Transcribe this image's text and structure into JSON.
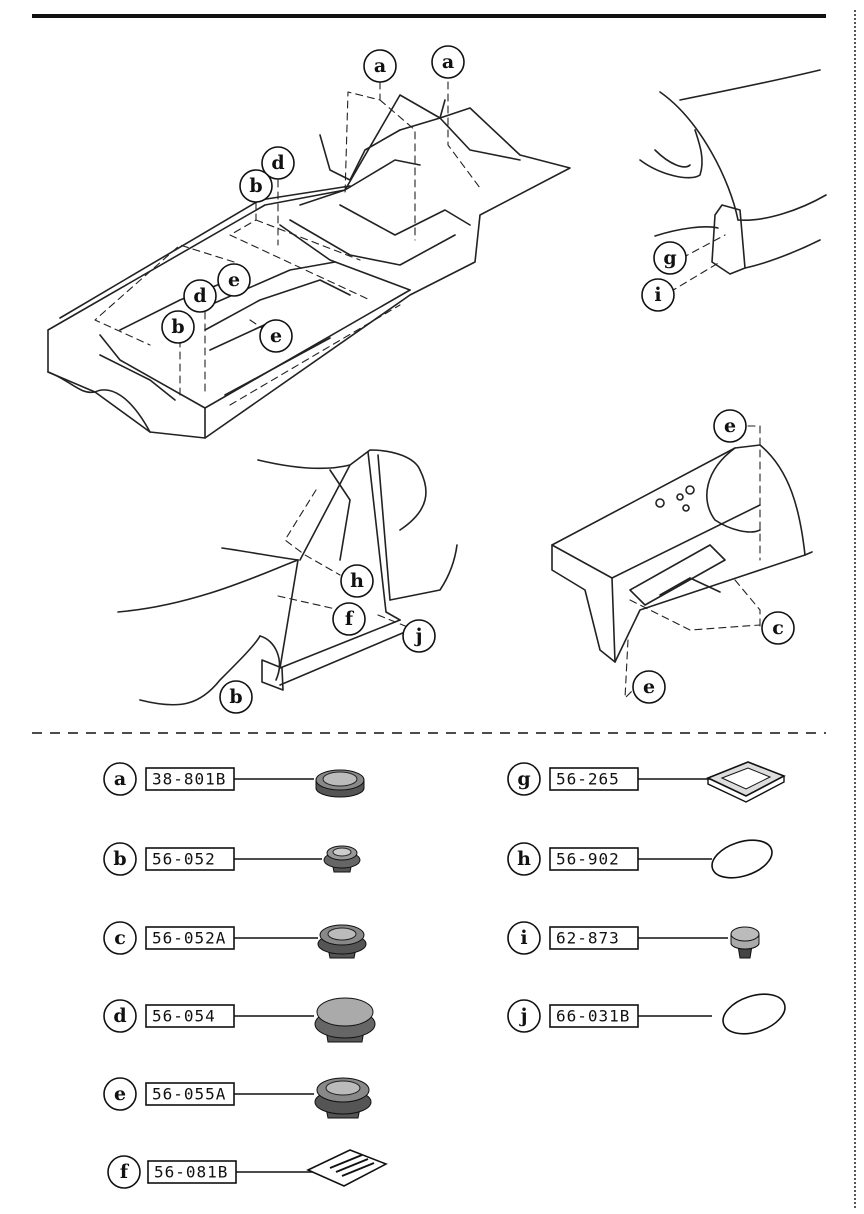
{
  "callouts": {
    "a": "a",
    "b": "b",
    "c": "c",
    "d": "d",
    "e": "e",
    "f": "f",
    "g": "g",
    "h": "h",
    "i": "i",
    "j": "j"
  },
  "parts": [
    {
      "letter": "a",
      "number": "38-801B",
      "icon": "round-plug-grommet"
    },
    {
      "letter": "b",
      "number": "56-052",
      "icon": "small-round-plug"
    },
    {
      "letter": "c",
      "number": "56-052A",
      "icon": "round-plug-grommet"
    },
    {
      "letter": "d",
      "number": "56-054",
      "icon": "large-round-plug"
    },
    {
      "letter": "e",
      "number": "56-055A",
      "icon": "round-plug-grommet"
    },
    {
      "letter": "f",
      "number": "56-081B",
      "icon": "rectangular-tape-patch"
    },
    {
      "letter": "g",
      "number": "56-265",
      "icon": "square-plug"
    },
    {
      "letter": "h",
      "number": "56-902",
      "icon": "oval-sealing-patch"
    },
    {
      "letter": "i",
      "number": "62-873",
      "icon": "small-push-plug"
    },
    {
      "letter": "j",
      "number": "66-031B",
      "icon": "oval-sealing-patch"
    }
  ]
}
